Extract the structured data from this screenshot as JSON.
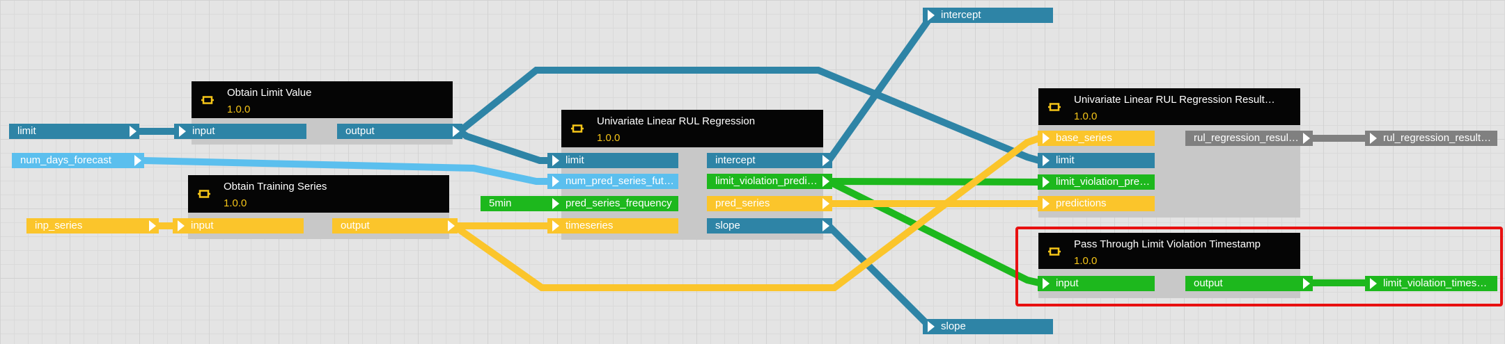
{
  "colors": {
    "blue": "#2e84a6",
    "light_blue": "#5bbfee",
    "yellow": "#fbc52b",
    "green": "#1db81d",
    "gray": "#808080",
    "header": "#050505",
    "version": "#f5c518",
    "highlight": "#e81010"
  },
  "workflow_inputs": {
    "limit": "limit",
    "num_days_forecast": "num_days_forecast",
    "inp_series": "inp_series",
    "pred_series_frequency_value": "5min"
  },
  "nodes": {
    "obtain_limit": {
      "title": "Obtain Limit Value",
      "version": "1.0.0",
      "input": "input",
      "output": "output"
    },
    "obtain_training": {
      "title": "Obtain Training Series",
      "version": "1.0.0",
      "input": "input",
      "output": "output"
    },
    "univariate_rul": {
      "title": "Univariate Linear RUL Regression",
      "version": "1.0.0",
      "inputs": [
        "limit",
        "num_pred_series_fut…",
        "pred_series_frequency",
        "timeseries"
      ],
      "outputs": [
        "intercept",
        "limit_violation_predicti…",
        "pred_series",
        "slope"
      ]
    },
    "rul_result": {
      "title": "Univariate Linear RUL Regression Result…",
      "version": "1.0.0",
      "inputs": [
        "base_series",
        "limit",
        "limit_violation_predi…",
        "predictions"
      ],
      "output": "rul_regression_result_…"
    },
    "pass_through": {
      "title": "Pass Through Limit Violation Timestamp",
      "version": "1.0.0",
      "input": "input",
      "output": "output"
    }
  },
  "workflow_outputs": {
    "intercept": "intercept",
    "slope": "slope",
    "rul_regression_result": "rul_regression_result…",
    "limit_violation_timestamp": "limit_violation_times…"
  },
  "icons": {
    "component": "component-icon",
    "port_arrow": "triangle-right-icon"
  }
}
